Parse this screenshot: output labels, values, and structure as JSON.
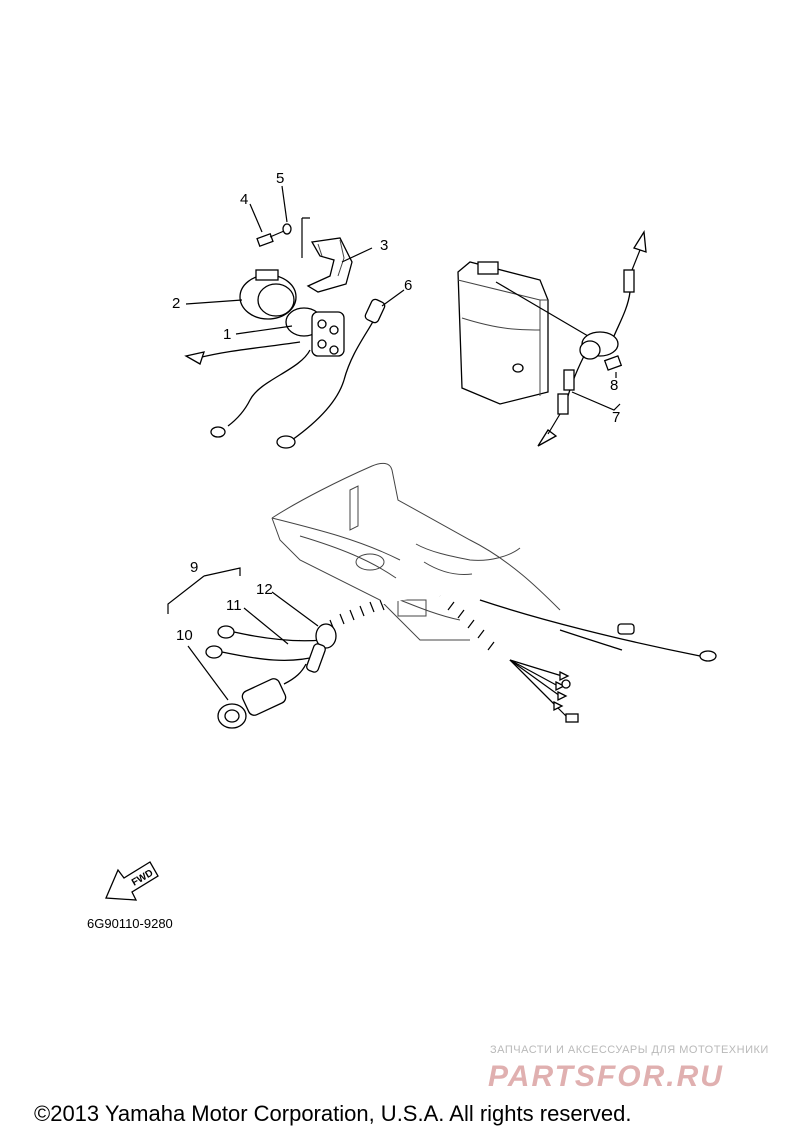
{
  "diagram": {
    "callouts": [
      {
        "id": "label-1",
        "text": "1"
      },
      {
        "id": "label-2",
        "text": "2"
      },
      {
        "id": "label-3",
        "text": "3"
      },
      {
        "id": "label-4",
        "text": "4"
      },
      {
        "id": "label-5",
        "text": "5"
      },
      {
        "id": "label-6",
        "text": "6"
      },
      {
        "id": "label-7",
        "text": "7"
      },
      {
        "id": "label-8",
        "text": "8"
      },
      {
        "id": "label-9",
        "text": "9"
      },
      {
        "id": "label-10",
        "text": "10"
      },
      {
        "id": "label-11",
        "text": "11"
      },
      {
        "id": "label-12",
        "text": "12"
      }
    ],
    "fwd_label": "FWD",
    "part_code": "6G90110-9280"
  },
  "watermark": {
    "tagline": "ЗАПЧАСТИ И АКСЕССУАРЫ ДЛЯ МОТОТЕХНИКИ",
    "logo_text": "PARTSFOR.RU",
    "logo_color": "#e0b0b0"
  },
  "footer": {
    "copyright": "©2013 Yamaha Motor Corporation, U.S.A. All rights reserved."
  }
}
